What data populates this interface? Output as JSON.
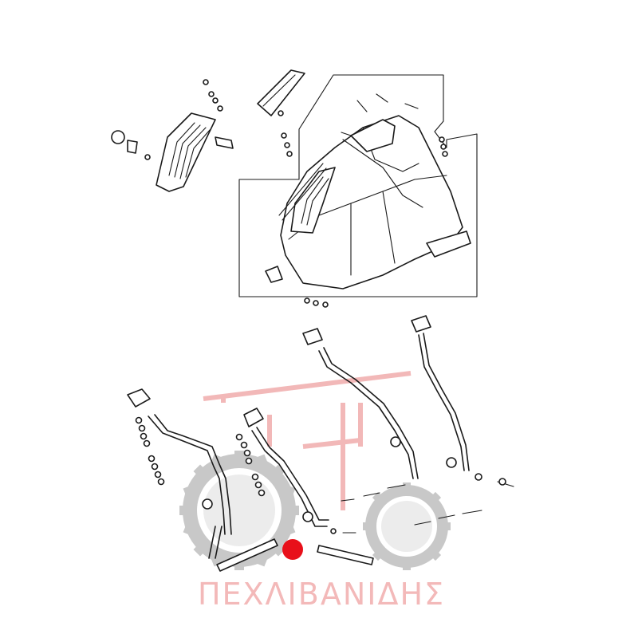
{
  "watermark": {
    "brand_text": "ΠΕΧΛΙΒΑΝΙΔΗΣ",
    "colors": {
      "gear": "#c8c8c8",
      "red_lines": "#f2b8b8",
      "text": "#f3b9b9"
    }
  },
  "diagram": {
    "colors": {
      "line": "#1a1a1a",
      "background": "#ffffff",
      "marker": "#e8101a"
    },
    "parts": [
      "cab-roof-panel",
      "roof-vent-grille",
      "roof-trim-strip",
      "vent-hinge-bracket",
      "cab-support-frame-left",
      "cab-support-frame-right",
      "side-support-rod-left",
      "side-support-rod-right",
      "pivot-pins",
      "hardware-washers-nuts"
    ]
  },
  "marker": {
    "color": "#e8101a"
  }
}
